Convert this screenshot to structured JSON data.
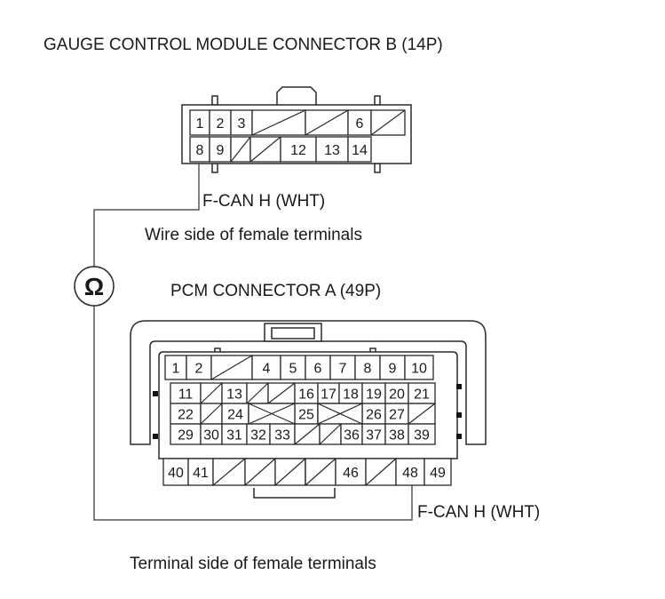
{
  "connector_b": {
    "title": "GAUGE CONTROL MODULE CONNECTOR B (14P)",
    "view_label": "Wire side of female terminals",
    "wire_label": "F-CAN H (WHT)",
    "row1": [
      "1",
      "2",
      "3",
      "",
      "",
      "6",
      ""
    ],
    "row2": [
      "8",
      "9",
      "",
      "",
      "12",
      "13",
      "14"
    ]
  },
  "meter": {
    "symbol": "Ω"
  },
  "connector_a": {
    "title": "PCM CONNECTOR A (49P)",
    "view_label": "Terminal side of female terminals",
    "wire_label": "F-CAN H (WHT)",
    "row1": [
      "1",
      "2",
      "",
      "4",
      "5",
      "6",
      "7",
      "8",
      "9",
      "10"
    ],
    "row2": [
      "11",
      "",
      "13",
      "",
      "",
      "16",
      "17",
      "18",
      "19",
      "20",
      "21"
    ],
    "row3": [
      "22",
      "",
      "24",
      "",
      "",
      "25",
      "",
      "",
      "26",
      "27",
      ""
    ],
    "row4": [
      "29",
      "30",
      "31",
      "32",
      "33",
      "",
      "",
      "36",
      "37",
      "38",
      "39"
    ],
    "row5": [
      "40",
      "41",
      "",
      "",
      "",
      "",
      "",
      "46",
      "",
      "48",
      "49"
    ]
  }
}
